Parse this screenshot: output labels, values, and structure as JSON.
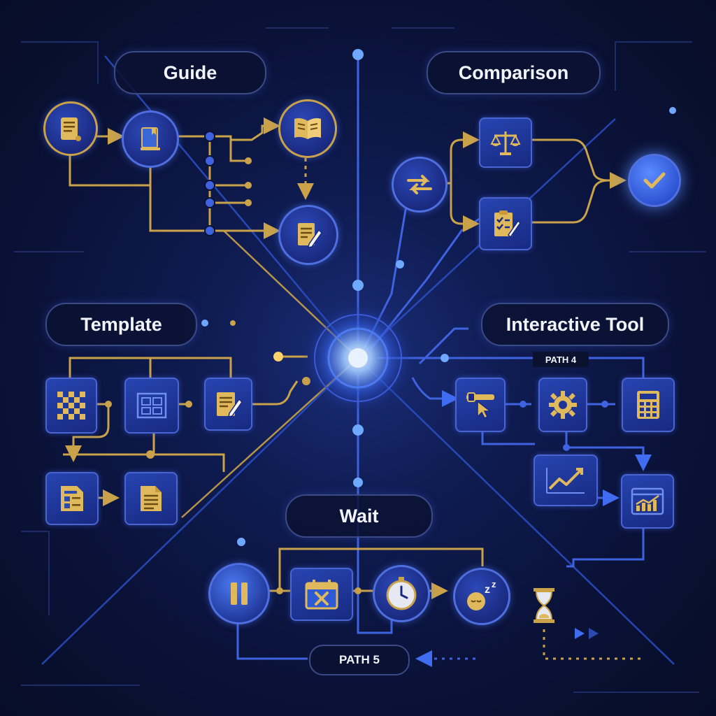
{
  "diagram": {
    "sections": {
      "guide": "Guide",
      "comparison": "Comparison",
      "template": "Template",
      "interactive_tool": "Interactive Tool",
      "wait": "Wait"
    },
    "path_labels": {
      "path4": "PATH 4",
      "path5": "PATH 5"
    }
  },
  "icons": {
    "guide": [
      "scroll-icon",
      "book-icon",
      "open-book-icon",
      "edit-note-icon"
    ],
    "comparison": [
      "swap-arrows-icon",
      "scales-icon",
      "checklist-icon",
      "checkmark-icon"
    ],
    "template": [
      "checker-pattern-icon",
      "layout-grid-icon",
      "edit-document-icon",
      "form-document-icon",
      "text-document-icon"
    ],
    "interactive_tool": [
      "cursor-slider-icon",
      "gear-icon",
      "calculator-icon",
      "line-chart-icon",
      "browser-chart-icon"
    ],
    "wait": [
      "pause-icon",
      "calendar-cancel-icon",
      "clock-icon",
      "sleep-icon",
      "hourglass-icon"
    ]
  },
  "colors": {
    "background": "#0a1230",
    "gold": "#c9a24a",
    "blue_line": "#3f63e0",
    "hub_glow": "#7fb0ff"
  }
}
